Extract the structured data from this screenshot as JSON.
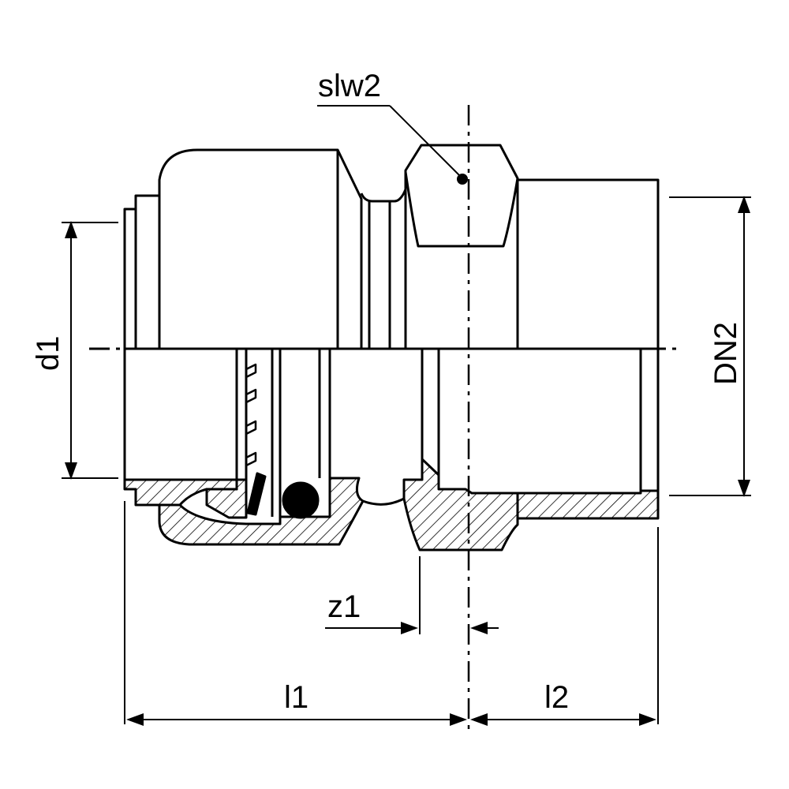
{
  "labels": {
    "slw2": "slw2",
    "d1": "d1",
    "dn2": "DN2",
    "z1": "z1",
    "l1": "l1",
    "l2": "l2"
  },
  "colors": {
    "line": "#000000",
    "background": "#ffffff"
  }
}
